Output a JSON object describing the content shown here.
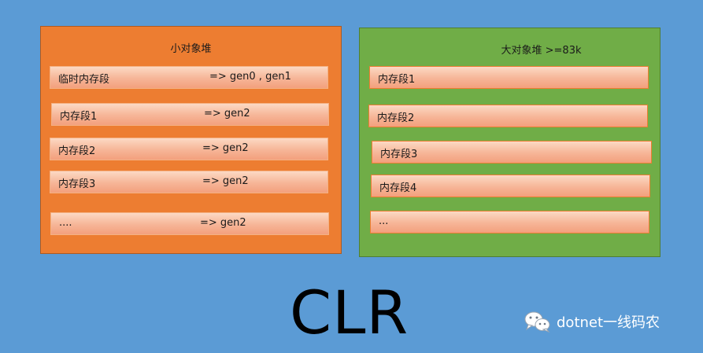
{
  "small_heap": {
    "title": "小对象堆",
    "segments": [
      {
        "label": "临时内存段",
        "gen": "=> gen0 , gen1"
      },
      {
        "label": "内存段1",
        "gen": "=> gen2"
      },
      {
        "label": "内存段2",
        "gen": "=> gen2"
      },
      {
        "label": "内存段3",
        "gen": "=> gen2"
      },
      {
        "label": "....",
        "gen": "=> gen2"
      }
    ]
  },
  "large_heap": {
    "title": "大对象堆  >=83k",
    "segments": [
      {
        "label": "内存段1"
      },
      {
        "label": "内存段2"
      },
      {
        "label": "内存段3"
      },
      {
        "label": "内存段4"
      },
      {
        "label": "..."
      }
    ]
  },
  "clr_label": "CLR",
  "watermark": {
    "icon": "wechat-icon",
    "text": "dotnet一线码农"
  },
  "colors": {
    "background": "#5b9bd5",
    "small_heap": "#ed7d31",
    "large_heap": "#70ad47",
    "segment": "#f6b597"
  }
}
